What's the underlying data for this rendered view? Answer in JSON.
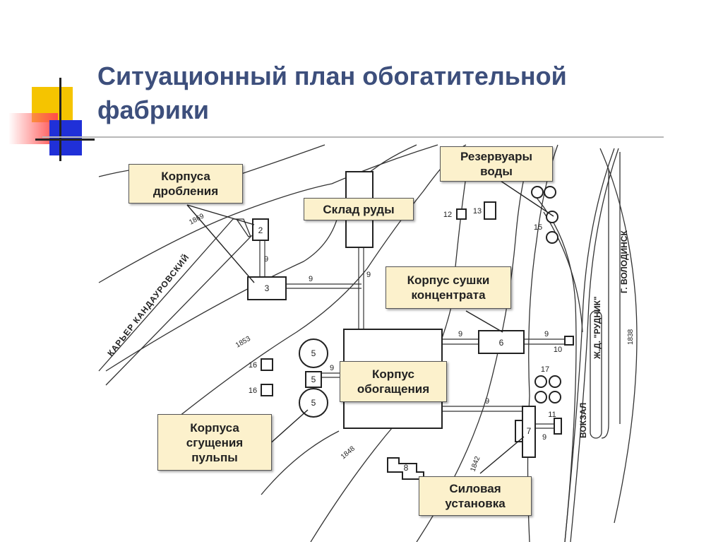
{
  "title": "Ситуационный план обогатительной фабрики",
  "labels": {
    "crushing": "Корпуса дробления",
    "ore_store": "Склад руды",
    "water_tanks": "Резервуары воды",
    "drying": "Корпус сушки концентрата",
    "enrichment": "Корпус обогащения",
    "thickening": "Корпуса сгущения пульпы",
    "power": "Силовая установка"
  },
  "map_text": {
    "quarry": "КАРЬЕР КАНДАУРОВСКИЙ",
    "rail": "Ж.Д. \"РУДНИК\"",
    "station": "ВОКЗАЛ",
    "town": "Г. ВОЛОДИНСК",
    "contour_1869": "1869",
    "contour_1853": "1853",
    "contour_1848": "1848",
    "contour_1842": "1842",
    "contour_1838": "1838"
  },
  "numbers": {
    "b2": "2",
    "b3": "3",
    "b5a": "5",
    "b5b": "5",
    "b5c": "5",
    "b6": "6",
    "b7": "7",
    "b8": "8",
    "b10": "10",
    "b11": "11",
    "b12": "12",
    "b13": "13",
    "b15": "15",
    "b16a": "16",
    "b16b": "16",
    "b17": "17",
    "p9a": "9",
    "p9b": "9",
    "p9c": "9",
    "p9d": "9",
    "p9e": "9",
    "p9f": "9",
    "p9g": "9",
    "p9h": "9"
  }
}
